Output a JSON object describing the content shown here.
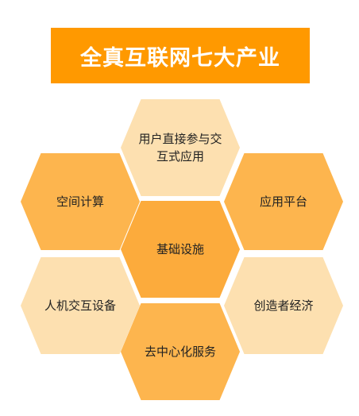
{
  "title": "全真互联网七大产业",
  "hexagons": [
    {
      "label": "用户直接参与交\n互式应用"
    },
    {
      "label": "空间计算"
    },
    {
      "label": "应用平台"
    },
    {
      "label": "基础设施"
    },
    {
      "label": "人机交互设备"
    },
    {
      "label": "创造者经济"
    },
    {
      "label": "去中心化服务"
    }
  ],
  "colors": {
    "banner": "#ff9900",
    "hex_light": "#fde0b0",
    "hex_mid": "#fdb54e",
    "hex_dark": "#fcab3c",
    "text_dark": "#222222"
  }
}
